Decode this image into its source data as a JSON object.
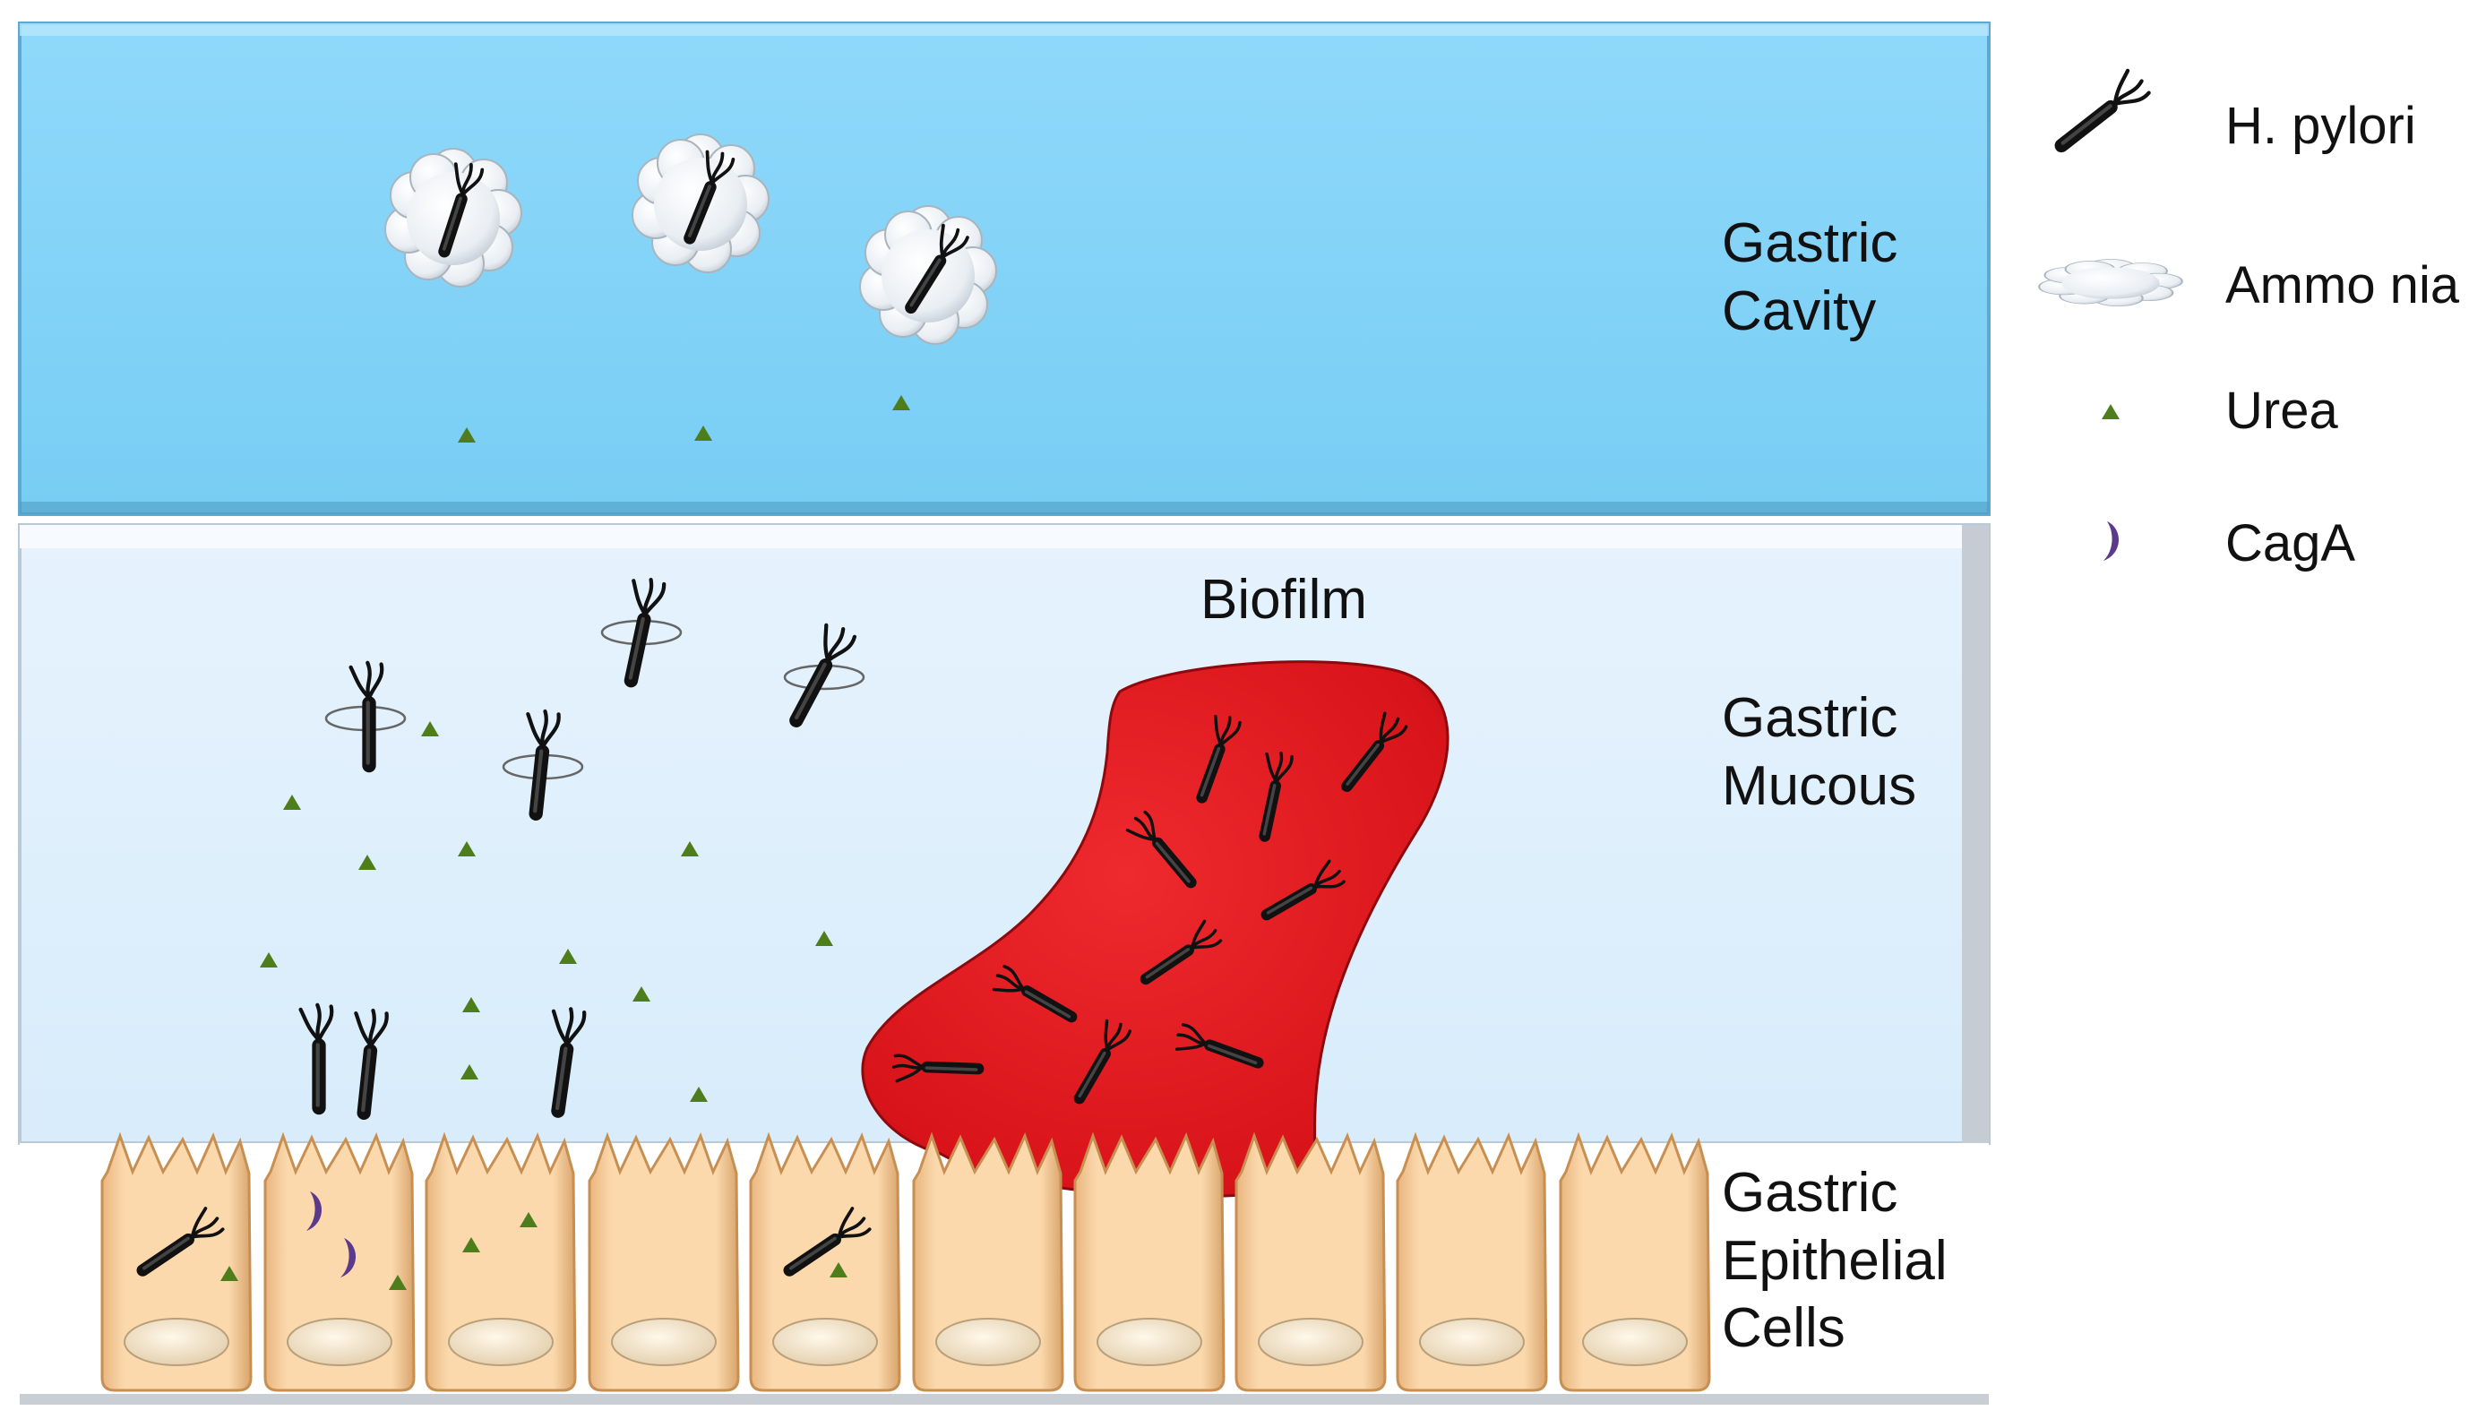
{
  "regions": {
    "cavity": {
      "line1": "Gastric",
      "line2": "Cavity",
      "color": "#83d4f8"
    },
    "mucous": {
      "line1": "Gastric",
      "line2": "Mucous",
      "color": "#def0fc"
    },
    "epithelial": {
      "line1": "Gastric",
      "line2": "Epithelial",
      "line3": "Cells",
      "cell_color": "#f9d3a2"
    }
  },
  "biofilm": {
    "label": "Biofilm",
    "color": "#e1141b"
  },
  "legend": {
    "h_pylori": {
      "label": "H. pylori",
      "icon": "h-pylori-icon"
    },
    "ammonia": {
      "label": "Ammo nia",
      "icon": "ammonia-cloud-icon"
    },
    "urea": {
      "label": "Urea",
      "icon": "urea-triangle-icon",
      "color": "#4e7d1c"
    },
    "caga": {
      "label": "CagA",
      "icon": "caga-crescent-icon",
      "color": "#5b3a8c"
    }
  }
}
